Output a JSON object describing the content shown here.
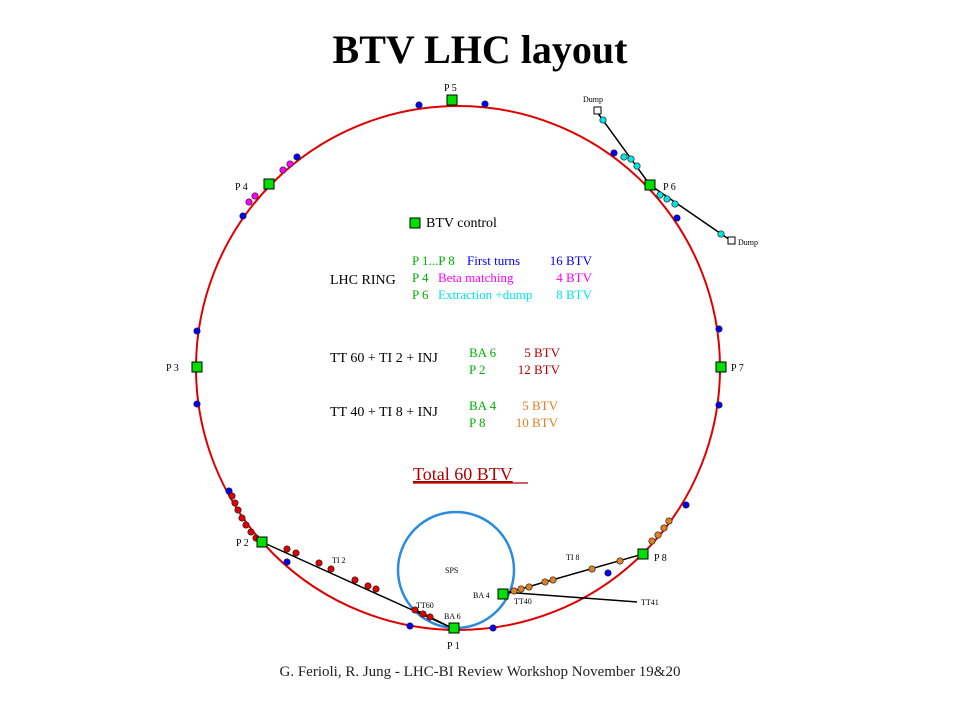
{
  "title": "BTV LHC layout",
  "footer": "G. Ferioli, R. Jung -  LHC-BI Review Workshop November 19&20",
  "points": {
    "p1": "P 1",
    "p2": "P 2",
    "p3": "P 3",
    "p4": "P 4",
    "p5": "P 5",
    "p6": "P 6",
    "p7": "P 7",
    "p8": "P 8"
  },
  "labels": {
    "ba6": "BA 6",
    "ba4": "BA 4",
    "dump_top": "Dump",
    "dump_right": "Dump",
    "ti2": "TI 2",
    "ti8": "TI 8",
    "sps": "SPS",
    "tt60": "TT60",
    "tt40": "TT40",
    "tt41": "TT41"
  },
  "legend": {
    "control": "BTV control",
    "lhc_ring": "LHC RING",
    "ring_rows": [
      {
        "point": "P 1...P 8",
        "desc": "First turns",
        "count": "16 BTV"
      },
      {
        "point": "P 4",
        "desc": "Beta matching",
        "count": "4 BTV"
      },
      {
        "point": "P 6",
        "desc": "Extraction +dump",
        "count": "8 BTV"
      }
    ],
    "tt60_label": "TT 60 + TI 2 + INJ",
    "tt60_rows": [
      {
        "point": "BA 6",
        "count": "5 BTV"
      },
      {
        "point": "P 2",
        "count": "12 BTV"
      }
    ],
    "tt40_label": "TT 40 + TI 8 + INJ",
    "tt40_rows": [
      {
        "point": "BA 4",
        "count": "5 BTV"
      },
      {
        "point": "P 8",
        "count": "10 BTV"
      }
    ],
    "total": "Total 60 BTV"
  },
  "colors": {
    "ring": "#e00000",
    "sps": "#2b8be0",
    "station": "#00e000",
    "first_turns": "#0000ff",
    "beta_matching": "#ff00ff",
    "extraction": "#00e6e6",
    "tt60": "#e00000",
    "tt40": "#e08020",
    "control_green": "#00b000",
    "dark_red": "#b00000"
  }
}
